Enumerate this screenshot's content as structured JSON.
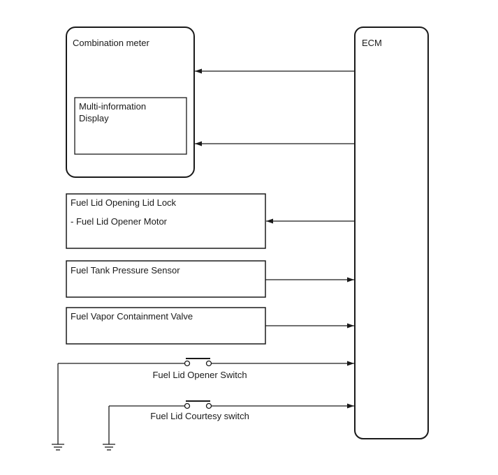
{
  "blocks": {
    "combination_meter": {
      "label": "Combination meter",
      "inner": {
        "line1": "Multi-information",
        "line2": "Display"
      }
    },
    "ecm": {
      "label": "ECM"
    },
    "fuel_lid_lock": {
      "line1": "Fuel Lid Opening Lid Lock",
      "line2": "- Fuel Lid Opener Motor"
    },
    "pressure_sensor": {
      "label": "Fuel Tank Pressure Sensor"
    },
    "vapor_valve": {
      "label": "Fuel Vapor Containment Valve"
    }
  },
  "switches": {
    "opener": {
      "label": "Fuel Lid Opener Switch"
    },
    "courtesy": {
      "label": "Fuel Lid Courtesy switch"
    }
  },
  "colors": {
    "line": "#1a1a1a",
    "background": "#ffffff"
  }
}
